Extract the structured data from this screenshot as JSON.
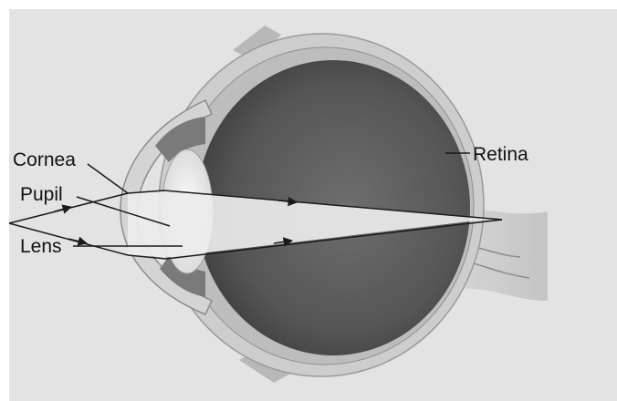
{
  "labels": {
    "cornea": "Cornea",
    "pupil": "Pupil",
    "lens": "Lens",
    "retina": "Retina"
  },
  "colors": {
    "background": "#e3e3e3",
    "vitreous": "#5a5a5a",
    "sclera": "#cfcfcf",
    "beam": "#ececec",
    "lines": "#1a1a1a"
  }
}
